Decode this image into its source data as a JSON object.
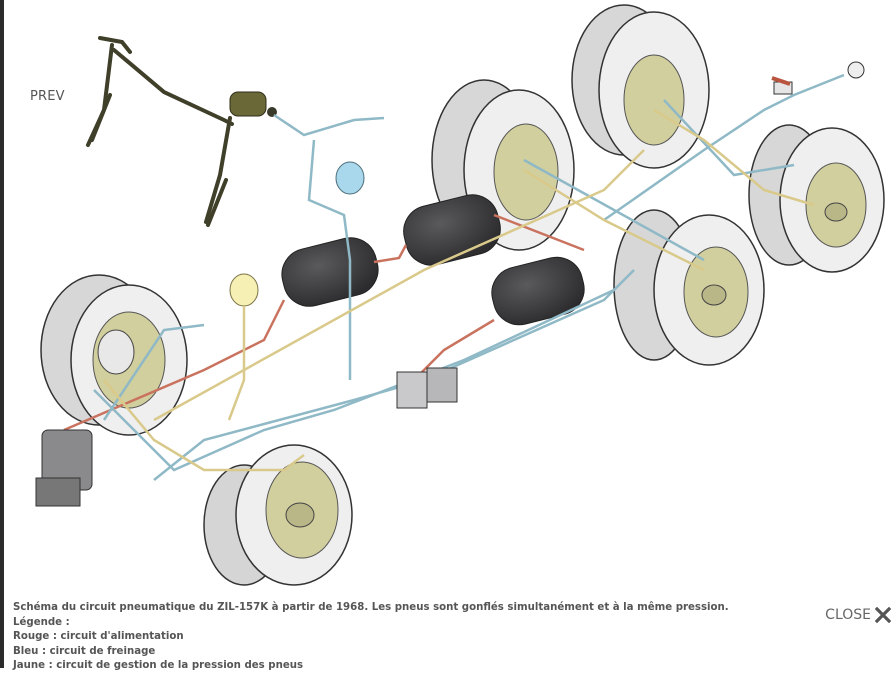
{
  "lightbox": {
    "prev_label": "PREV",
    "close_label": "CLOSE",
    "close_icon": "close-x-icon"
  },
  "caption": {
    "title": "Schéma du circuit pneumatique du ZIL-157K à partir de 1968. Les pneus sont gonflés simultanément et à la même pression.",
    "legend_heading": "Légende :",
    "legend": [
      "Rouge : circuit d'alimentation",
      "Bleu : circuit de freinage",
      "Jaune : circuit de gestion de la pression des pneus"
    ]
  },
  "illustration": {
    "subject": "ZIL-157K pneumatic circuit",
    "colors": {
      "supply_red": "#c9735f",
      "brake_blue": "#8fb9c6",
      "tire_yellow": "#d9c98a",
      "tank": "#3a3a3c",
      "tire": "#e6e6e6",
      "rim": "#cfcc9f"
    }
  }
}
